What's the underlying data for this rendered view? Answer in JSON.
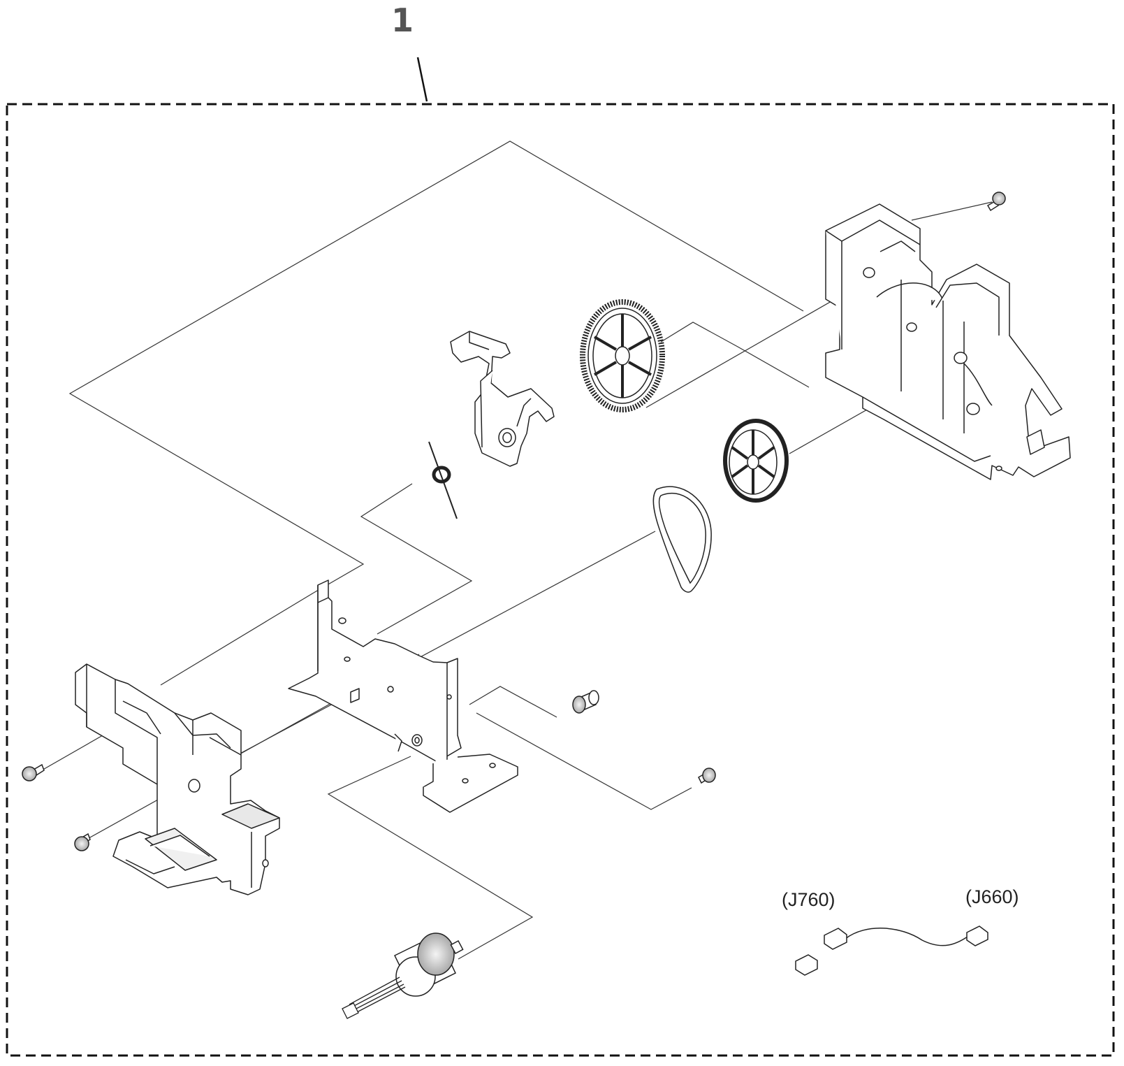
{
  "diagram": {
    "item_number": "1",
    "connectors": [
      "(J760)",
      "(J660)"
    ]
  }
}
